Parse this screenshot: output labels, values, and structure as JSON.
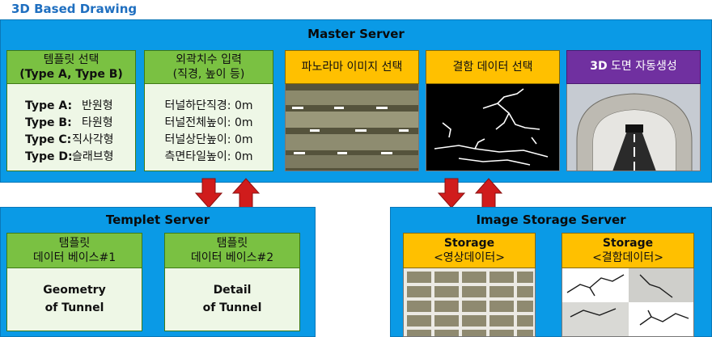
{
  "heading": "3D Based Drawing",
  "master": {
    "title": "Master Server",
    "template_select": {
      "title": "템플릿 선택",
      "subtitle": "(Type A, Type B)",
      "types": [
        {
          "key": "Type A:",
          "value": "반원형"
        },
        {
          "key": "Type B:",
          "value": "타원형"
        },
        {
          "key": "Type C:",
          "value": "직사각형"
        },
        {
          "key": "Type D:",
          "value": "슬래브형"
        }
      ]
    },
    "dimension_input": {
      "title": "외곽치수 입력",
      "subtitle": "(직경, 높이 등)",
      "rows": [
        "터널하단직경: 0m",
        "터널전체높이: 0m",
        "터널상단높이: 0m",
        "측면타일높이: 0m"
      ]
    },
    "panorama": {
      "title": "파노라마 이미지 선택"
    },
    "defect": {
      "title": "결함 데이터 선택"
    },
    "auto_gen": {
      "prefix": "3D",
      "title": "도면 자동생성"
    }
  },
  "templet_server": {
    "title": "Templet Server",
    "db1": {
      "line1": "탬플릿",
      "line2": "데이터 베이스#1",
      "body1": "Geometry",
      "body2": "of Tunnel"
    },
    "db2": {
      "line1": "탬플릿",
      "line2": "데이터 베이스#2",
      "body1": "Detail",
      "body2": "of Tunnel"
    }
  },
  "image_server": {
    "title": "Image Storage Server",
    "storage1": {
      "line1": "Storage",
      "line2": "<영상데이터>"
    },
    "storage2": {
      "line1": "Storage",
      "line2": "<결함데이터>"
    }
  },
  "colors": {
    "panel_blue": "#0a9ae6",
    "header_green": "#7ac142",
    "header_yellow": "#ffc000",
    "header_purple": "#7030a0",
    "arrow_red": "#d01c1c"
  }
}
